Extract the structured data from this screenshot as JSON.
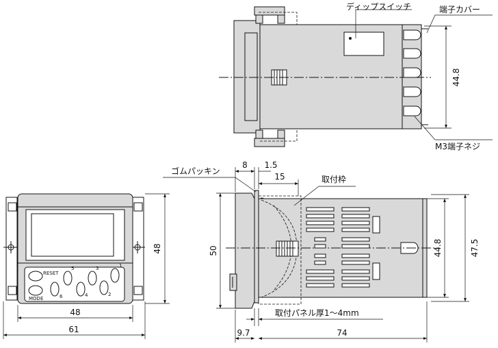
{
  "labels": {
    "dip_switch": "ディップスイッチ",
    "terminal_cover": "端子カバー",
    "m3_screw": "M3端子ネジ",
    "rubber_packing": "ゴムパッキン",
    "mounting_frame": "取付枠",
    "panel_thickness": "取付パネル厚1～4mm"
  },
  "dimensions": {
    "top_height": "44.8",
    "front_height": "48",
    "front_width_inner": "48",
    "front_width_outer": "61",
    "side_height_panel": "50",
    "side_height_body": "44.8",
    "side_height_total": "47.5",
    "gasket_width": "8",
    "gap": "1.5",
    "frame_depth": "15",
    "front_depth": "9.7",
    "rear_depth": "74"
  },
  "keypad": {
    "reset": "RESET",
    "mode": "MODE",
    "k1": "1",
    "k2": "2",
    "k3": "3",
    "k4": "4",
    "k5": "5",
    "k6": "6"
  }
}
